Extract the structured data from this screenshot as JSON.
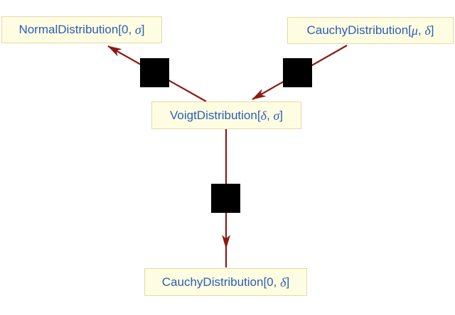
{
  "figure": {
    "title": "distribution-relationship-graph",
    "colors": {
      "background": "#ffffff",
      "node_fill": "#fffde1",
      "node_border": "#e6d9a2",
      "node_text": "#2a5db8",
      "edge_arrow": "#8c1a14",
      "square": "#000000"
    },
    "nodes": {
      "normal": {
        "pre": "NormalDistribution[0, ",
        "g1": "σ",
        "mid": "",
        "g2": "",
        "post": "]"
      },
      "cauchy_top": {
        "pre": "CauchyDistribution[",
        "g1": "μ",
        "mid": ", ",
        "g2": "δ",
        "post": "]"
      },
      "voigt": {
        "pre": "VoigtDistribution[",
        "g1": "δ",
        "mid": ", ",
        "g2": "σ",
        "post": "]"
      },
      "cauchy_bottom": {
        "pre": "CauchyDistribution[0, ",
        "g1": "δ",
        "mid": "",
        "g2": "",
        "post": "]"
      }
    },
    "edges": [
      {
        "from": "VoigtDistribution[δ, σ]",
        "to": "NormalDistribution[0, σ]"
      },
      {
        "from": "CauchyDistribution[μ, δ]",
        "to": "VoigtDistribution[δ, σ]"
      },
      {
        "from": "VoigtDistribution[δ, σ]",
        "to": "CauchyDistribution[0, δ]"
      }
    ]
  }
}
